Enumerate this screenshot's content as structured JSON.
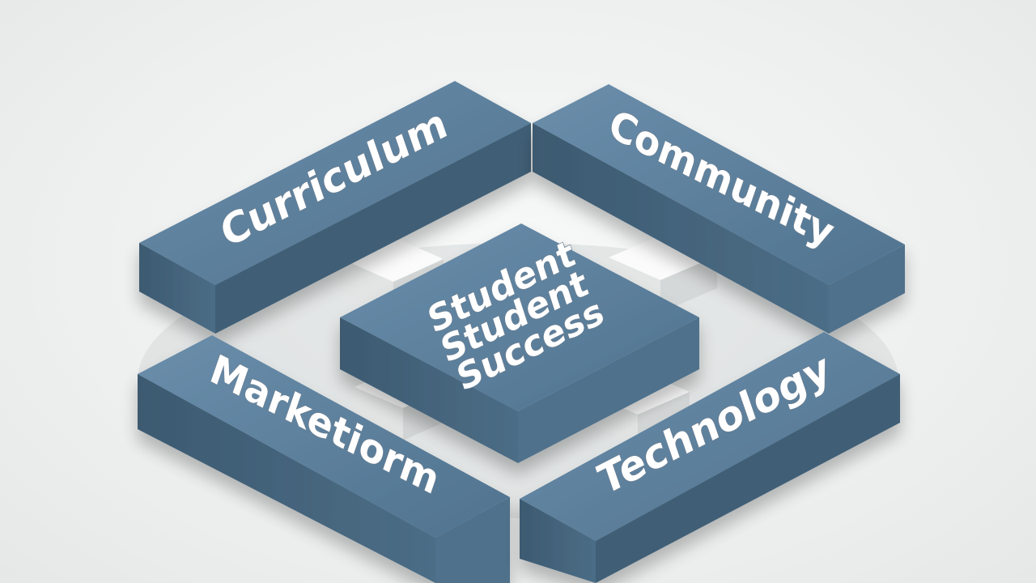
{
  "diagram": {
    "colors": {
      "block_top": "#5a7e9d",
      "block_side": "#46677f",
      "block_front": "#3d5c74",
      "connector": "#f4f5f5",
      "background": "#eef0f0"
    },
    "blocks": {
      "curriculum": "Curriculum",
      "community": "Community",
      "marketing": "Marketiorm",
      "technology": "Technology"
    },
    "center": {
      "line1": "Student",
      "line2": "Student",
      "line3": "Success"
    }
  }
}
